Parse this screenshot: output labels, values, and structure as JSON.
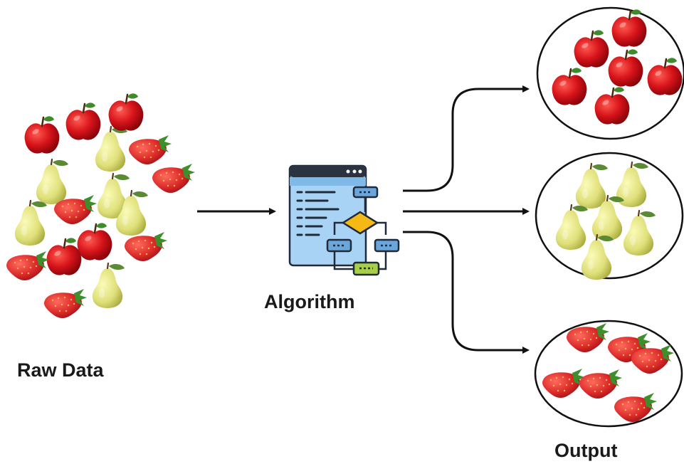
{
  "labels": {
    "raw_data": "Raw Data",
    "algorithm": "Algorithm",
    "output": "Output"
  },
  "icons": {
    "input_items": [
      "apple-icon",
      "pear-icon",
      "strawberry-icon"
    ],
    "algorithm": "code-flowchart-icon",
    "arrow": "arrow-right-icon"
  },
  "colors": {
    "apple": "#d7141a",
    "pear": "#dfe07a",
    "strawberry": "#dc2a2a",
    "arrow": "#111111",
    "algorithm_window": "#a9d3f5",
    "algorithm_diamond": "#f5b915",
    "algorithm_box_green": "#a9cf4a"
  },
  "groups": {
    "apples_output_count": 6,
    "pears_output_count": 6,
    "strawberries_output_count": 6
  }
}
